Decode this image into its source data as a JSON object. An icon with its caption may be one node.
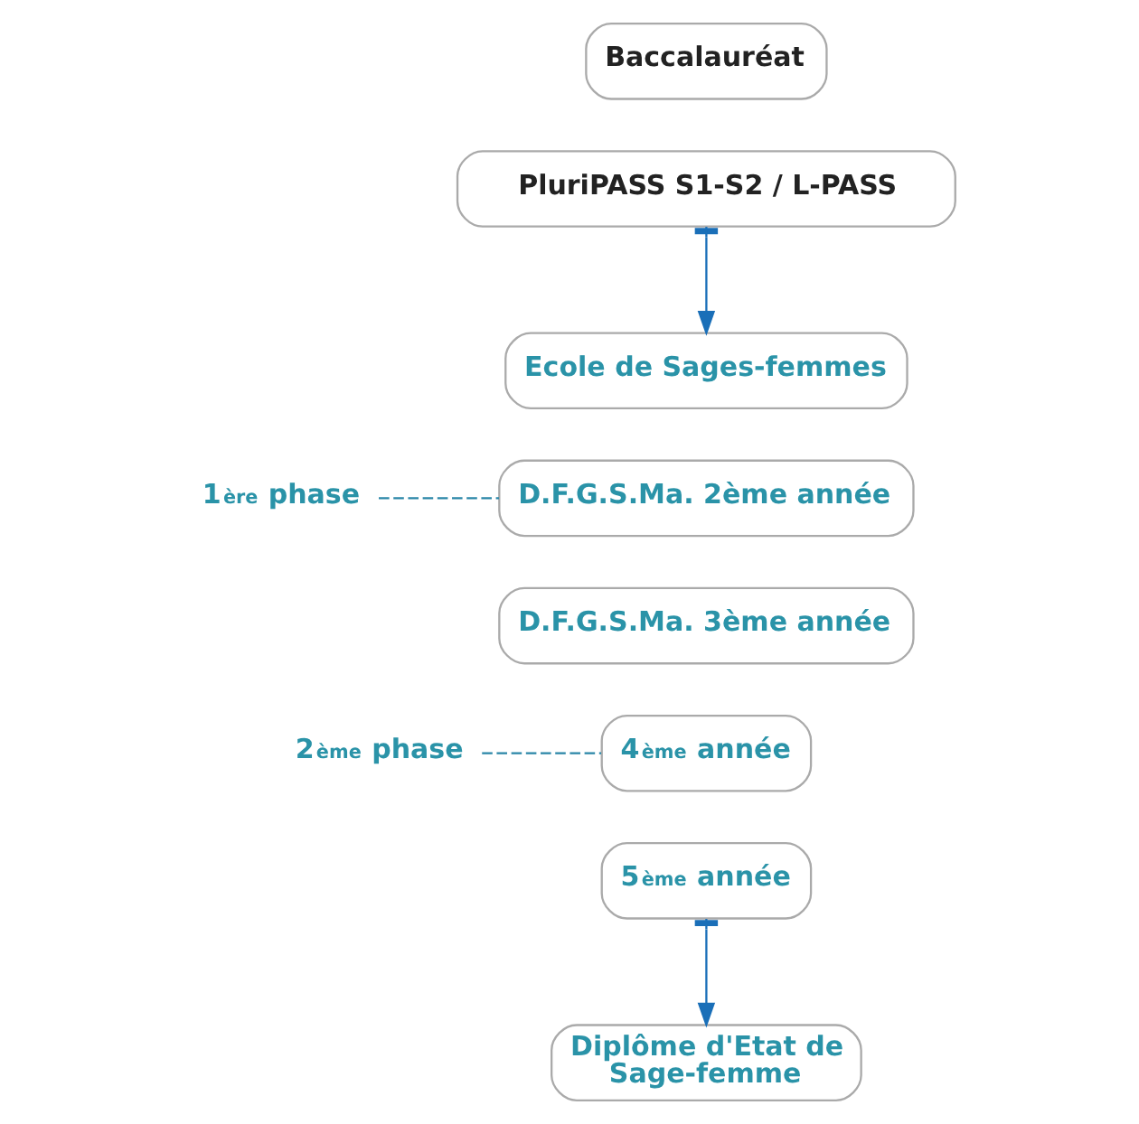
{
  "diagram": {
    "nodes": [
      {
        "text": [
          "Baccalauréat"
        ]
      },
      {
        "text": [
          "PluriPASS S1-S2 / L-PASS"
        ]
      },
      {
        "text": [
          "Ecole de Sages-femmes"
        ]
      },
      {
        "text": [
          "D.F.G.S.Ma. 2ème année"
        ]
      },
      {
        "text": [
          "D.F.G.S.Ma. 3ème année"
        ]
      },
      {
        "text": [
          "4$^{ème}$ année"
        ]
      },
      {
        "text": [
          "5$^{ème}$ année"
        ]
      },
      {
        "text": [
          "Diplôme d'Etat de Sage-femme"
        ]
      },
      {
        "text": [
          "1$^{ère}$ phase"
        ]
      },
      {
        "text": [
          "2$^{ème}$ phase"
        ]
      }
    ],
    "edges": [
      {
        "from": 1,
        "to": 2,
        "arrow": "to"
      },
      {
        "from": 6,
        "to": 7,
        "arrow": "to"
      },
      {
        "from": 8,
        "to": 3,
        "arrow": "none",
        "style": "dashed",
        "color": "#2a86a8"
      },
      {
        "from": 9,
        "to": 5,
        "arrow": "none",
        "style": "dashed",
        "color": "#2a86a8"
      }
    ]
  }
}
